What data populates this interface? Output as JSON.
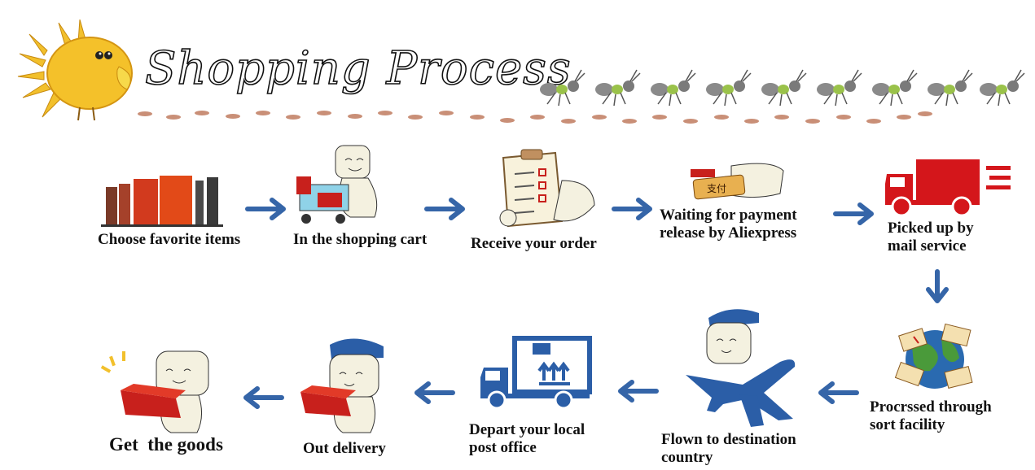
{
  "header": {
    "title": "Shopping Process"
  },
  "steps": [
    {
      "label": "Choose favorite items"
    },
    {
      "label": "In the shopping cart"
    },
    {
      "label": "Receive your order"
    },
    {
      "label_line1": "Waiting for payment",
      "label_line2": "release by Aliexpress"
    },
    {
      "label_line1": "Picked up by",
      "label_line2": "mail service"
    },
    {
      "label_line1": "Procrssed through",
      "label_line2": "sort facility"
    },
    {
      "label_line1": "Flown to destination",
      "label_line2": "country"
    },
    {
      "label_line1": "Depart your local",
      "label_line2": "post office"
    },
    {
      "label": "Out delivery"
    },
    {
      "label": "Get  the goods"
    }
  ],
  "illustrations": {
    "receipt_stamp_text": "支付"
  },
  "colors": {
    "arrow": "#3565a8",
    "truck_red": "#d4161b",
    "truck_blue": "#2b5ea7",
    "bird": "#f2b824",
    "box_red": "#c8201c"
  }
}
